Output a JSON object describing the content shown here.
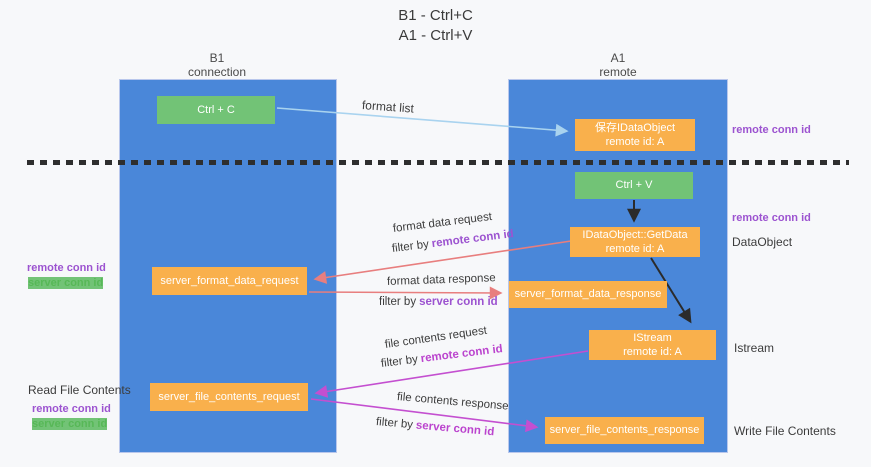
{
  "title": {
    "line1": "B1 - Ctrl+C",
    "line2": "A1 - Ctrl+V"
  },
  "lanes": {
    "left": {
      "header1": "B1",
      "header2": "connection"
    },
    "right": {
      "header1": "A1",
      "header2": "remote"
    }
  },
  "nodes": {
    "ctrl_c": {
      "label": "Ctrl + C"
    },
    "ctrl_v": {
      "label": "Ctrl + V"
    },
    "save_idataobject": {
      "line1": "保存IDataObject",
      "line2": "remote id: A"
    },
    "getdata": {
      "line1": "IDataObject::GetData",
      "line2": "remote id: A"
    },
    "istream": {
      "line1": "IStream",
      "line2": "remote id: A"
    },
    "server_format_data_request": {
      "label": "server_format_data_request"
    },
    "server_format_data_response": {
      "label": "server_format_data_response"
    },
    "server_file_contents_request": {
      "label": "server_file_contents_request"
    },
    "server_file_contents_response": {
      "label": "server_file_contents_response"
    }
  },
  "flow_labels": {
    "format_list": "format list",
    "format_data_request": "format data request",
    "format_data_response": "format data response",
    "file_contents_request": "file contents request",
    "file_contents_response": "file contents response",
    "filter_by": "filter by",
    "remote_conn_id": "remote conn id",
    "server_conn_id": "server conn id"
  },
  "side_labels": {
    "remote_conn_id": "remote conn id",
    "server_conn_id": "server conn id",
    "dataobject": "DataObject",
    "istream": "Istream",
    "read_file_contents": "Read File Contents",
    "write_file_contents": "Write File Contents"
  },
  "colors": {
    "background": "#f7f8fa",
    "lane_blue": "#4a87d9",
    "node_green": "#72c376",
    "node_orange": "#f9b04c",
    "arrow_light_blue": "#a9d3ef",
    "arrow_black": "#2b2b2b",
    "arrow_red": "#e87e7e",
    "arrow_magenta": "#c44fd0",
    "text_purple": "#9c53d0",
    "text_green": "#57b857",
    "dashed_line": "#2e2e2e"
  }
}
